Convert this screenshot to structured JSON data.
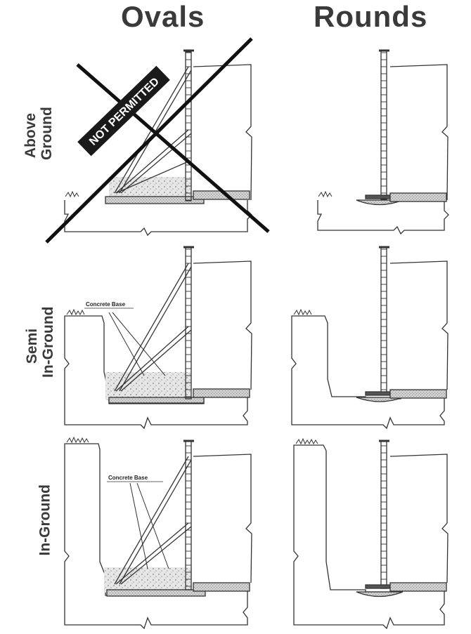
{
  "columns": {
    "ovals": "Ovals",
    "rounds": "Rounds"
  },
  "rows": {
    "above": [
      "Above",
      "Ground"
    ],
    "semi": [
      "Semi",
      "In-Ground"
    ],
    "in": [
      "In-Ground"
    ]
  },
  "annotations": {
    "concrete_base": "Concrete Base",
    "not_permitted": "NOT PERMITTED"
  }
}
